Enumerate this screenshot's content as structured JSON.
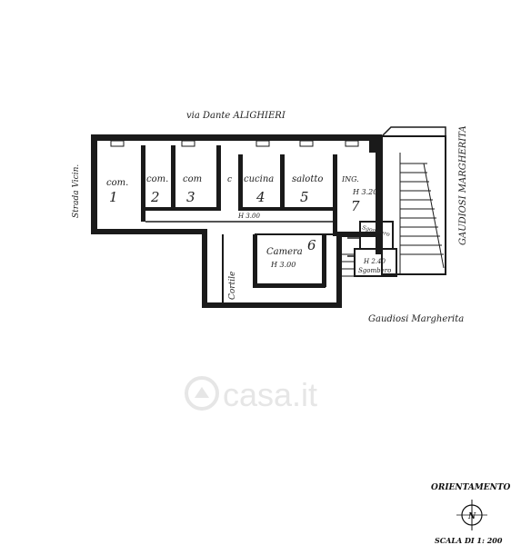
{
  "streets": {
    "top": "via Dante ALIGHIERI",
    "right": "GAUDIOSI MARGHERITA",
    "bottom": "Gaudiosi Margherita",
    "left": "Strada Vicin."
  },
  "rooms": [
    {
      "name": "com.",
      "number": "1"
    },
    {
      "name": "com.",
      "number": "2"
    },
    {
      "name": "com",
      "number": "3"
    },
    {
      "name": "c",
      "number": ""
    },
    {
      "name": "cucina",
      "number": "4"
    },
    {
      "name": "salotto",
      "number": "5"
    },
    {
      "name": "ING.",
      "number": "7"
    },
    {
      "name": "Camera",
      "number": "6"
    }
  ],
  "labels": {
    "height_ing": "H 3.20",
    "height_corridor": "H 3.00",
    "height_camera": "H 3.00",
    "height_small": "H 2.40",
    "cortile": "Cortile",
    "sgombero": "Sgombero",
    "sgombero_side": "Sgombero"
  },
  "watermark": "casa.it",
  "compass": {
    "title": "ORIENTAMENTO",
    "north": "N",
    "scale": "SCALA DI 1: 200"
  }
}
